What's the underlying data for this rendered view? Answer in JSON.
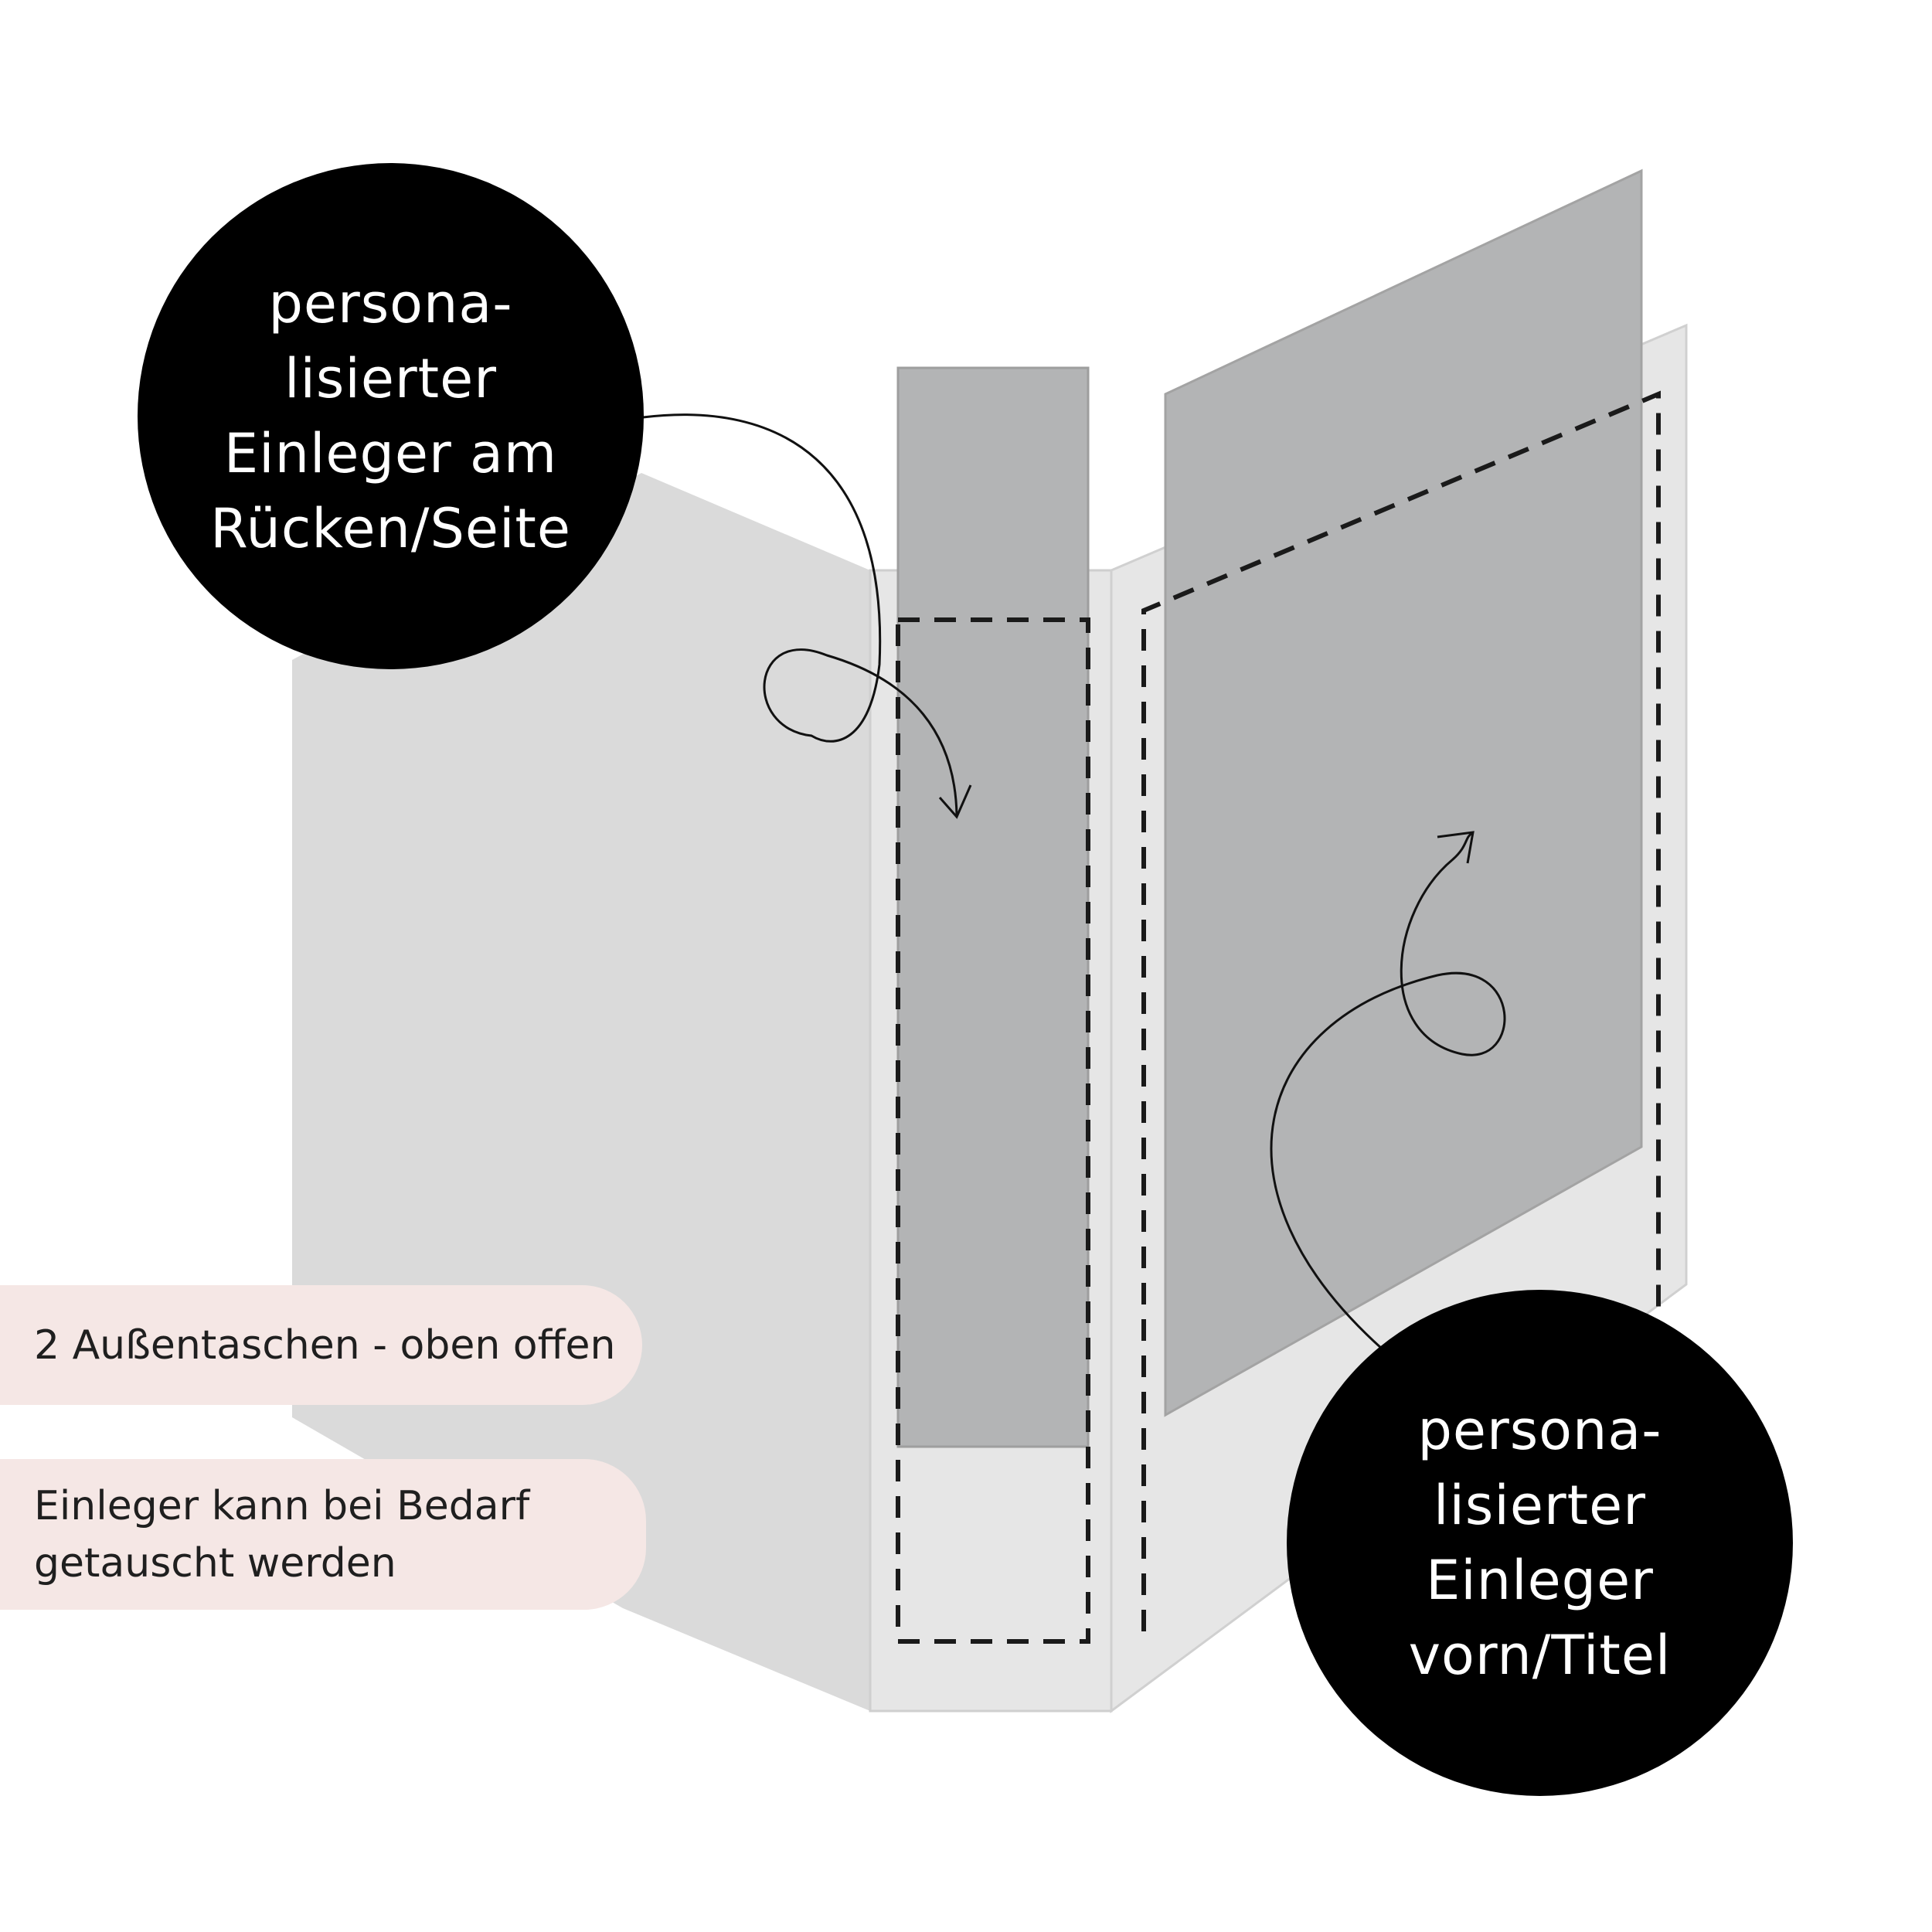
{
  "callouts": {
    "spine": {
      "lines": [
        "persona-",
        "lisierter",
        "Einleger am",
        "Rücken/Seite"
      ]
    },
    "front": {
      "lines": [
        "persona-",
        "lisierter",
        "Einleger",
        "vorn/Titel"
      ]
    }
  },
  "notes": {
    "pockets": {
      "lines": [
        "2 Außentaschen - oben offen"
      ]
    },
    "swap": {
      "lines": [
        "Einleger kann bei Bedarf",
        "getauscht werden"
      ]
    }
  },
  "colors": {
    "cover": "#dadada",
    "spine": "#e6e6e6",
    "insert": "#b3b4b5",
    "bubble": "#000000",
    "note_bg": "#f5e7e5"
  }
}
